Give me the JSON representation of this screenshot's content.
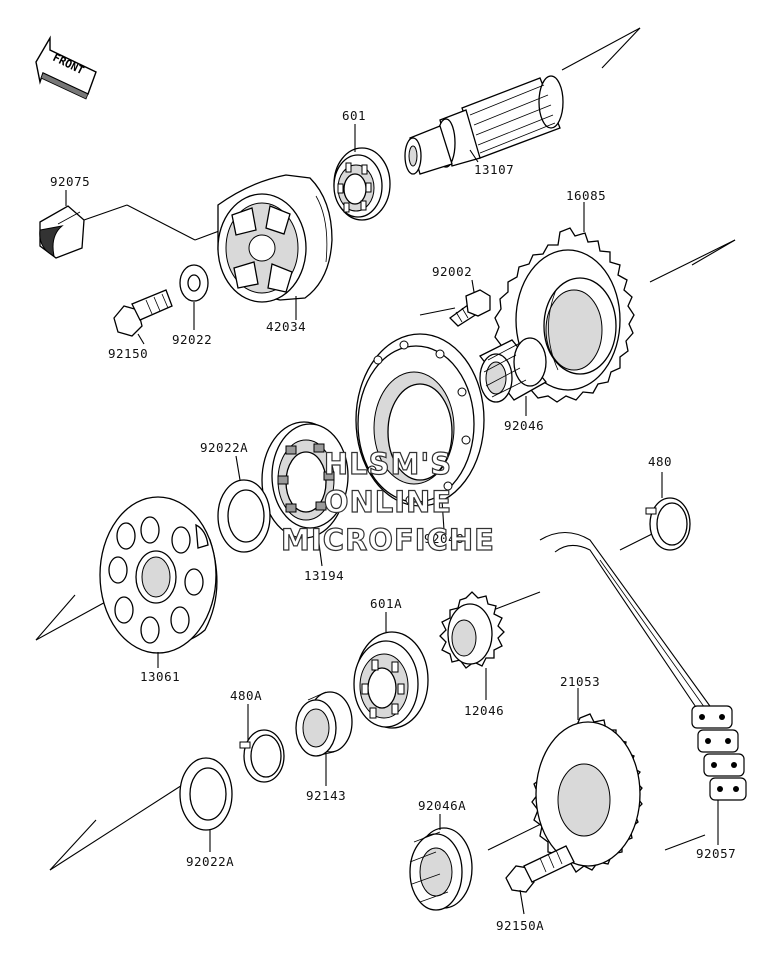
{
  "front_indicator": "FRONT",
  "watermark": {
    "line1": "HLSM'S",
    "line2": "ONLINE",
    "line3": "MICROFICHE"
  },
  "labels": {
    "p601": "601",
    "p13107": "13107",
    "p92075": "92075",
    "p16085": "16085",
    "p92002": "92002",
    "p92150": "92150",
    "p92022": "92022",
    "p42034": "42034",
    "p92046": "92046",
    "p92022A_top": "92022A",
    "p480": "480",
    "p13194": "13194",
    "p92048": "92048",
    "p13061": "13061",
    "p601A": "601A",
    "p12046": "12046",
    "p480A": "480A",
    "p21053": "21053",
    "p92143": "92143",
    "p92046A": "92046A",
    "p92022A_bottom": "92022A",
    "p92057": "92057",
    "p92150A": "92150A"
  }
}
